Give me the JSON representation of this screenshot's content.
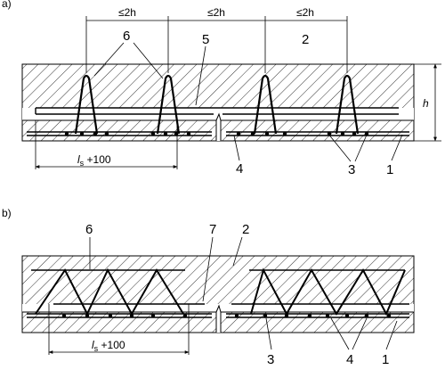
{
  "figure_a": {
    "panel_label": "a)",
    "spacing_labels": [
      "≤2h",
      "≤2h",
      "≤2h"
    ],
    "height_label": "h",
    "length_label_main": "l",
    "length_label_sub": "s",
    "length_label_suffix": " +100",
    "callouts": [
      "6",
      "5",
      "2",
      "4",
      "3",
      "1"
    ]
  },
  "figure_b": {
    "panel_label": "b)",
    "length_label_main": "l",
    "length_label_sub": "s",
    "length_label_suffix": " +100",
    "callouts": [
      "6",
      "7",
      "2",
      "3",
      "4",
      "1"
    ]
  }
}
